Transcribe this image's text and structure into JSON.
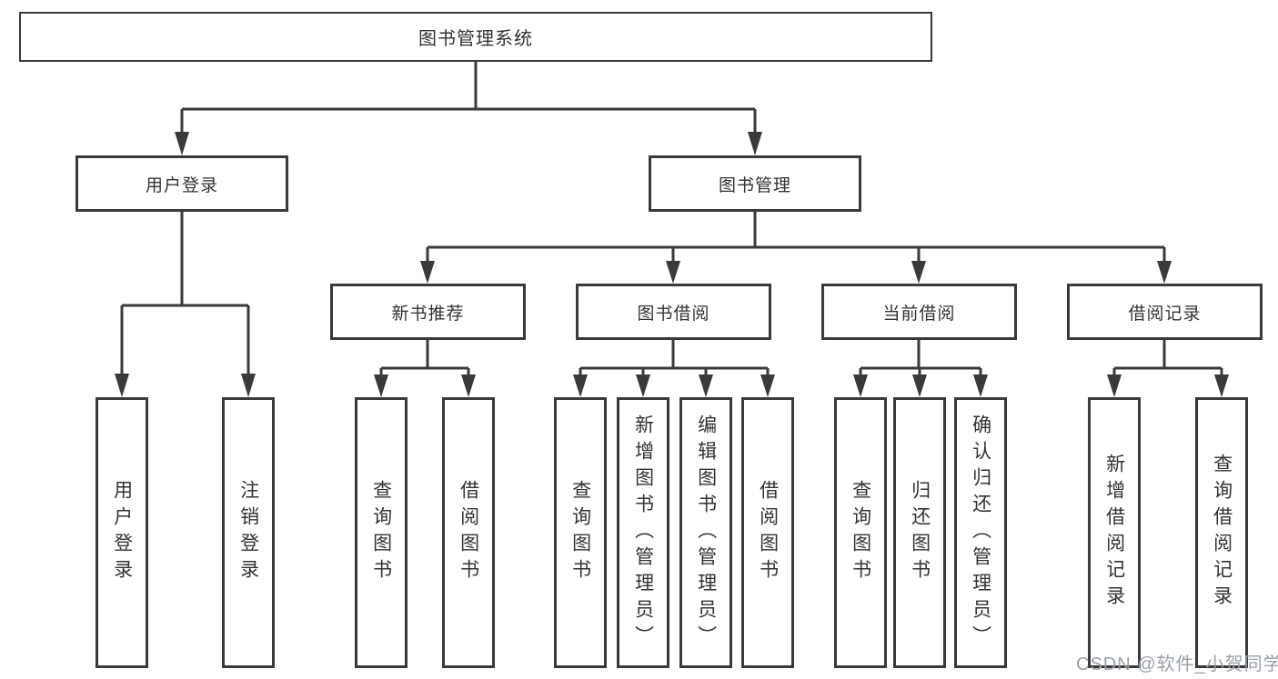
{
  "tree": {
    "root": {
      "label": "图书管理系统"
    },
    "children": [
      {
        "label": "用户登录",
        "children": [
          {
            "label": "用户登录"
          },
          {
            "label": "注销登录"
          }
        ]
      },
      {
        "label": "图书管理",
        "children": [
          {
            "label": "新书推荐",
            "children": [
              {
                "label": "查询图书"
              },
              {
                "label": "借阅图书"
              }
            ]
          },
          {
            "label": "图书借阅",
            "children": [
              {
                "label": "查询图书"
              },
              {
                "label": "新增图书（管理员）"
              },
              {
                "label": "编辑图书（管理员）"
              },
              {
                "label": "借阅图书"
              }
            ]
          },
          {
            "label": "当前借阅",
            "children": [
              {
                "label": "查询图书"
              },
              {
                "label": "归还图书"
              },
              {
                "label": "确认归还（管理员）"
              }
            ]
          },
          {
            "label": "借阅记录",
            "children": [
              {
                "label": "新增借阅记录"
              },
              {
                "label": "查询借阅记录"
              }
            ]
          }
        ]
      }
    ]
  },
  "watermark": {
    "text": "CSDN @软件_小贺同学"
  },
  "colors": {
    "line": "#3a3a3a",
    "text": "#333333",
    "box_bg": "#ffffff",
    "page_bg": "#ffffff",
    "watermark": "#9aa0ab"
  }
}
